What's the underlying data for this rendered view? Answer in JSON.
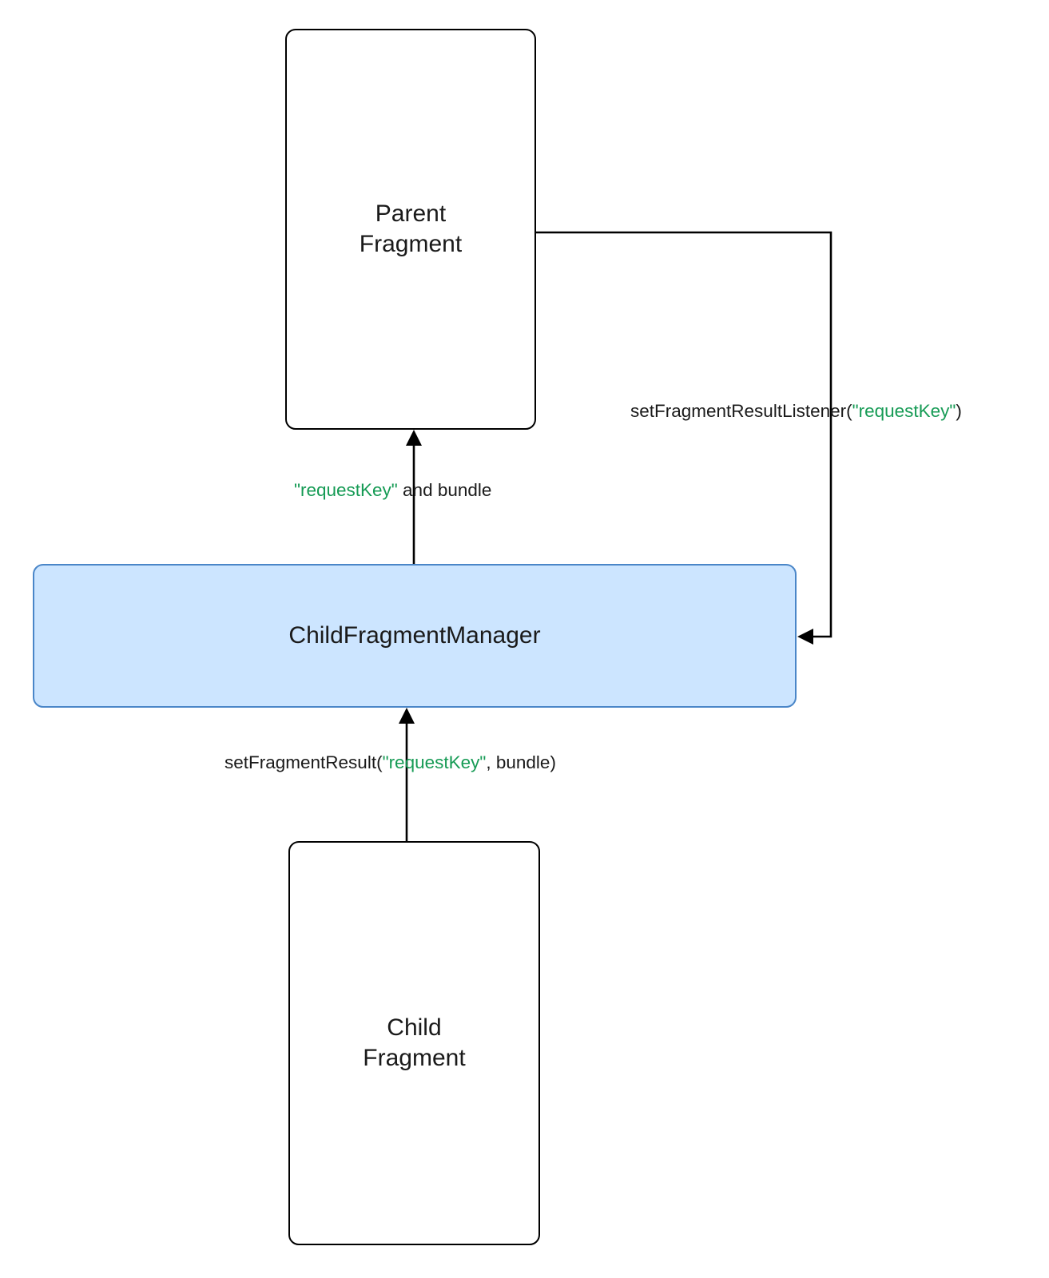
{
  "diagram": {
    "title": "Fragment Result API between Parent Fragment, ChildFragmentManager and Child Fragment",
    "colors": {
      "highlight_fill": "#cce5ff",
      "highlight_border": "#4a86c8",
      "node_border": "#000000",
      "string_literal": "#169b55",
      "text": "#1a1a1a",
      "background": "#ffffff"
    },
    "nodes": [
      {
        "id": "parent-fragment",
        "label": "Parent\nFragment",
        "style": "plain"
      },
      {
        "id": "child-fragment-manager",
        "label": "ChildFragmentManager",
        "style": "highlight"
      },
      {
        "id": "child-fragment",
        "label": "Child\nFragment",
        "style": "plain"
      }
    ],
    "edges": [
      {
        "id": "listener-edge",
        "from": "parent-fragment",
        "to": "child-fragment-manager",
        "label_parts": {
          "prefix": "setFragmentResultListener(",
          "key": "\"requestKey\"",
          "suffix": ")"
        },
        "label_plain": "setFragmentResultListener(\"requestKey\")"
      },
      {
        "id": "result-up-edge",
        "from": "child-fragment-manager",
        "to": "parent-fragment",
        "label_parts": {
          "prefix": "",
          "key": "\"requestKey\"",
          "suffix": " and bundle"
        },
        "label_plain": "\"requestKey\" and bundle"
      },
      {
        "id": "set-result-edge",
        "from": "child-fragment",
        "to": "child-fragment-manager",
        "label_parts": {
          "prefix": "setFragmentResult(",
          "key": "\"requestKey\"",
          "suffix": ", bundle)"
        },
        "label_plain": "setFragmentResult(\"requestKey\", bundle)"
      }
    ]
  }
}
